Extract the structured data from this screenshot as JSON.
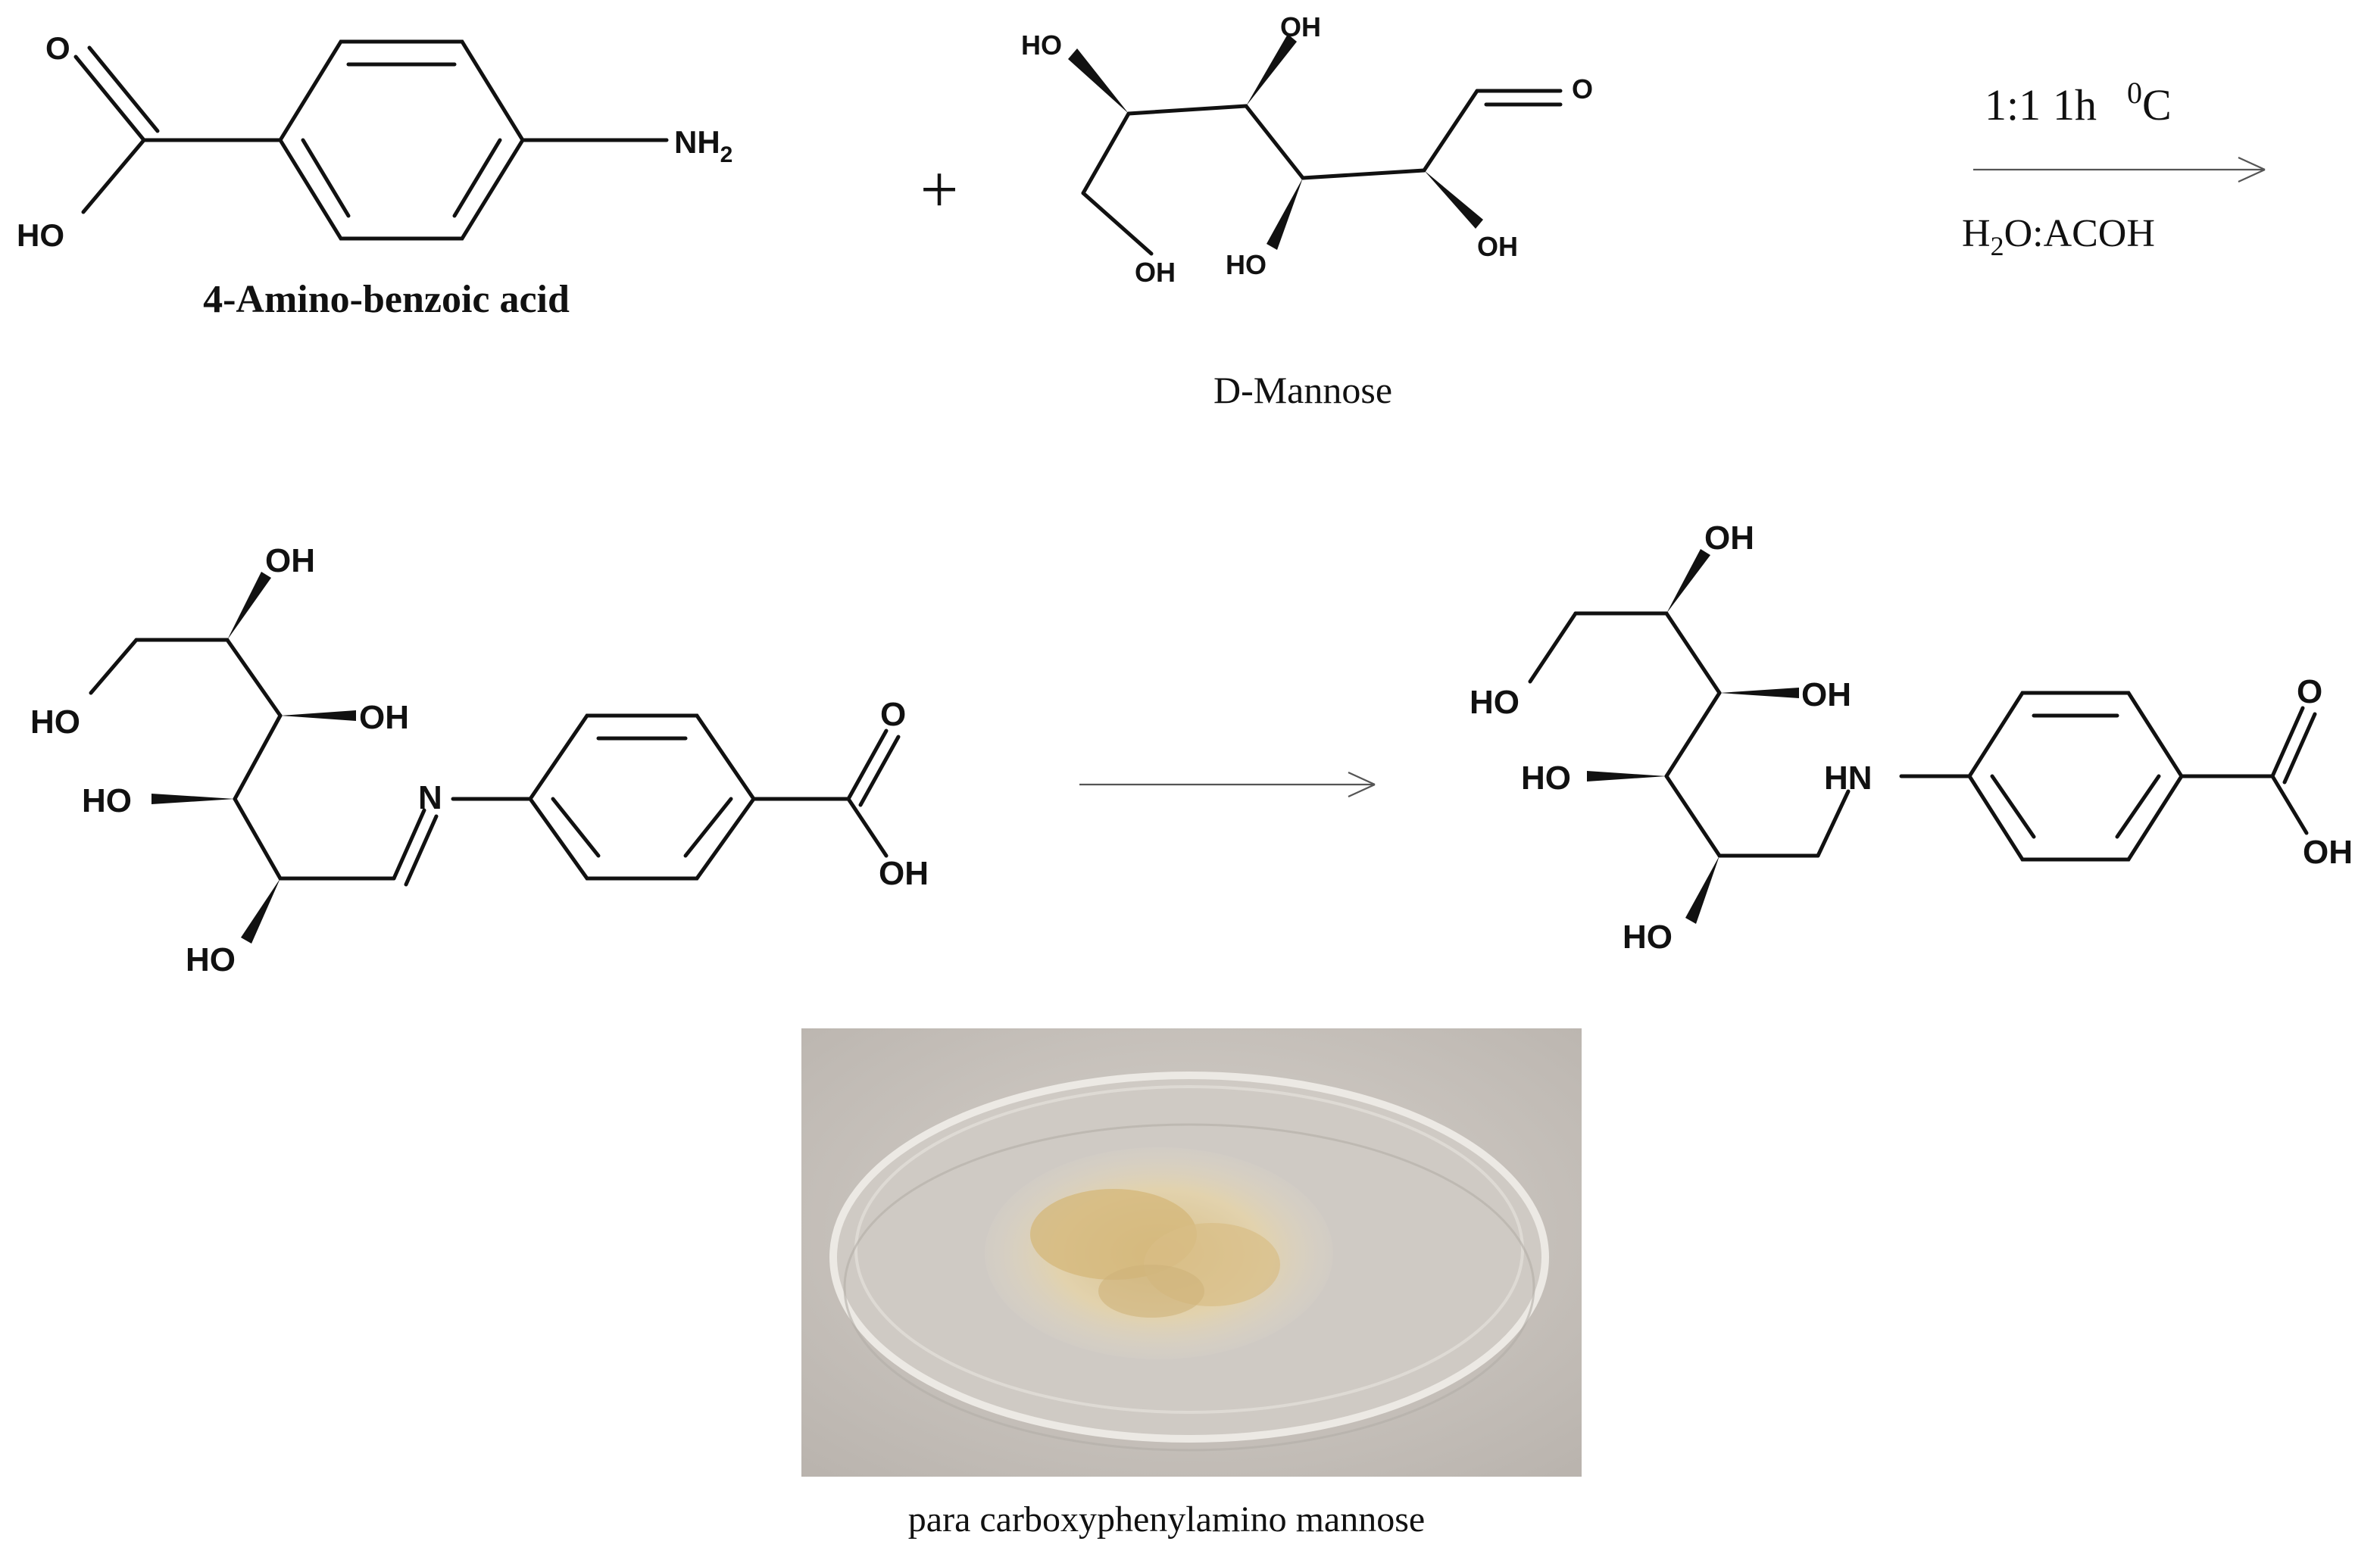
{
  "compounds": {
    "aminobenzoic": {
      "name": "4-Amino-benzoic acid",
      "atoms": {
        "o": "O",
        "ho": "HO",
        "nh": "NH",
        "nh_sub": "2"
      }
    },
    "mannose": {
      "name": "D-Mannose",
      "atoms": {
        "ho": "HO",
        "oh": "OH",
        "o": "O"
      }
    },
    "schiff_base": {
      "atoms": {
        "oh": "OH",
        "ho": "HO",
        "n": "N",
        "o": "O"
      }
    },
    "product": {
      "atoms": {
        "oh": "OH",
        "ho": "HO",
        "hn": "HN",
        "o": "O"
      }
    }
  },
  "plus_sign": "+",
  "conditions": {
    "top_ratio": "1:1",
    "top_time": "1h",
    "top_deg": "0",
    "top_unit": "C",
    "bottom_h": "H",
    "bottom_sub": "2",
    "bottom_rest": "O:ACOH"
  },
  "photo": {
    "caption": "para carboxyphenylamino mannose",
    "colors": {
      "background": "#c9c3bd",
      "dish_rim": "#e9e7e2",
      "residue": "#d8c49a"
    }
  }
}
